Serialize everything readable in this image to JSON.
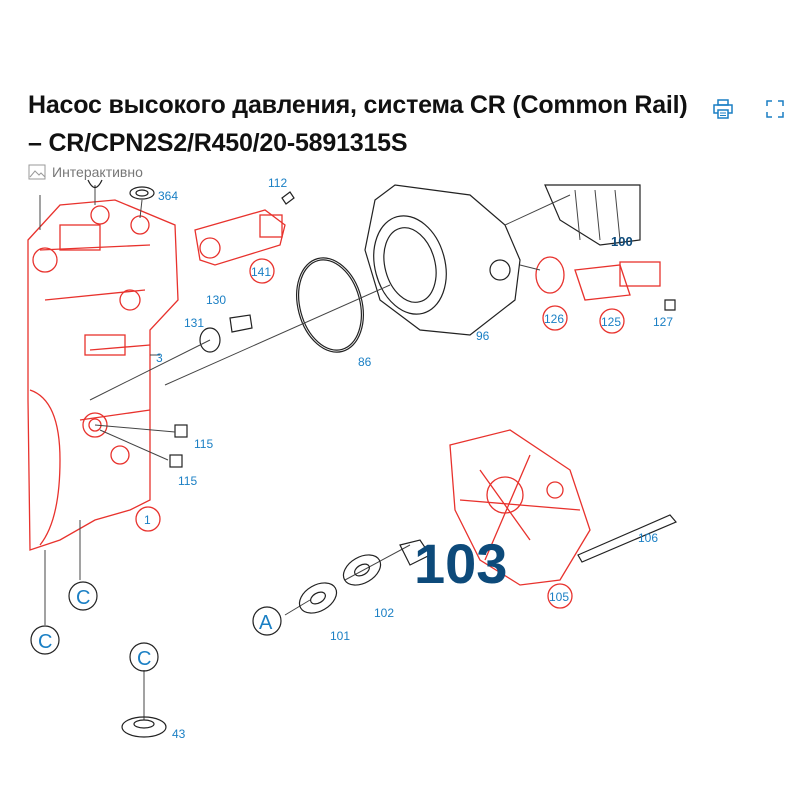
{
  "header": {
    "title": "Насос высокого давления, система CR (Common Rail) – CR/CPN2S2/R450/20-5891315S",
    "interactive_label": "Интерактивно",
    "print_icon": "printer-icon",
    "fullscreen_icon": "fullscreen-icon"
  },
  "diagram": {
    "labels": {
      "p112": "112",
      "p364": "364",
      "p100": "100",
      "p141": "141",
      "p130": "130",
      "p131": "131",
      "p3": "3",
      "p86": "86",
      "p96": "96",
      "p126": "126",
      "p125": "125",
      "p127": "127",
      "p115a": "115",
      "p115b": "115",
      "p1": "1",
      "p103": "103",
      "p106": "106",
      "p105": "105",
      "pA": "A",
      "p101": "101",
      "p102": "102",
      "pC1": "C",
      "pC2": "C",
      "pC3": "C",
      "p43": "43"
    },
    "colors": {
      "highlight": "#e8322d",
      "label": "#1a7fc4",
      "emphasis": "#0d4a7a"
    }
  }
}
